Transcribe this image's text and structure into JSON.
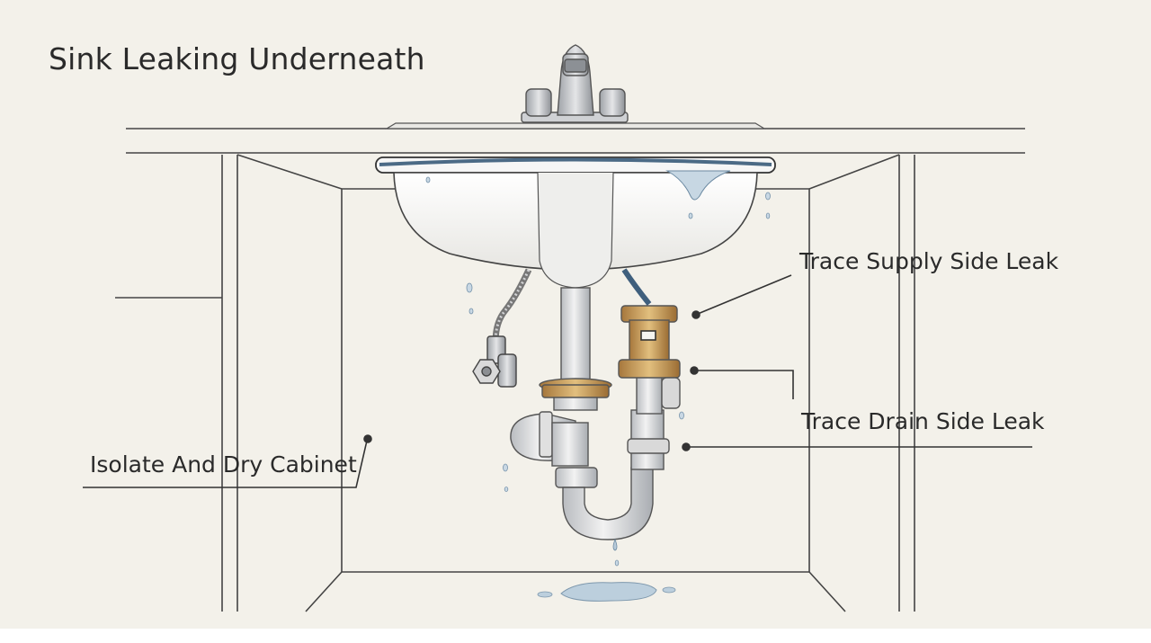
{
  "title": "Sink Leaking Underneath",
  "labels": {
    "supply": "Trace Supply Side Leak",
    "drain": "Trace Drain Side Leak",
    "cabinet": "Isolate And Dry Cabinet"
  },
  "colors": {
    "background": "#f3f1ea",
    "line": "#3a3a3a",
    "water": "#b9cbd9",
    "brass": "#c9a063",
    "pipe": "#dcdcdc"
  }
}
